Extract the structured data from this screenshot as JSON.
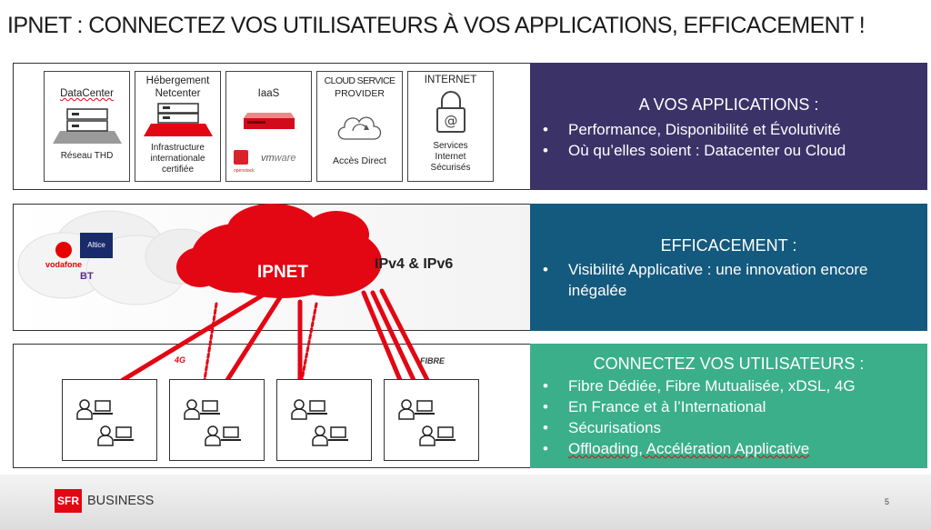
{
  "title": "IPNET : CONNECTEZ VOS UTILISATEURS À VOS APPLICATIONS, EFFICACEMENT !",
  "colors": {
    "band1": "#3b3368",
    "band2": "#145a7e",
    "band3": "#3aaf8a",
    "sfr_red": "#e30613"
  },
  "top_boxes": [
    {
      "title": "DataCenter",
      "subtitle": "",
      "caption": "Réseau THD",
      "icon": "server-icon"
    },
    {
      "title": "Hébergement",
      "subtitle": "Netcenter",
      "caption": "Infrastructure internationale certifiée",
      "icon": "server-red-icon"
    },
    {
      "title": "IaaS",
      "subtitle": "",
      "caption": "",
      "icon": "red-appliance-icon",
      "logos": [
        "openstack",
        "vmware"
      ]
    },
    {
      "title": "CLOUD SERVICE",
      "subtitle": "PROVIDER",
      "caption": "Accès Direct",
      "icon": "cloud-sync-icon"
    },
    {
      "title": "INTERNET",
      "subtitle": "",
      "caption": "Services Internet Sécurisés",
      "icon": "padlock-at-icon"
    }
  ],
  "band1": {
    "heading": "A VOS APPLICATIONS :",
    "items": [
      "Performance, Disponibilité et Évolutivité",
      "Où qu’elles soient : Datacenter ou Cloud"
    ]
  },
  "band2": {
    "heading": "EFFICACEMENT :",
    "items": [
      "Visibilité Applicative : une innovation encore inégalée"
    ]
  },
  "band3": {
    "heading": "CONNECTEZ VOS UTILISATEURS :",
    "items": [
      "Fibre Dédiée, Fibre Mutualisée, xDSL, 4G",
      "En France et à l’International",
      "Sécurisations",
      "Offloading, Accélération Applicative"
    ]
  },
  "cloud": {
    "label": "IPNET",
    "protocols": "IPv4 & IPv6",
    "partners": [
      "vodafone",
      "Altice",
      "BT"
    ]
  },
  "access": {
    "mobile": "4G",
    "fibre": "FIBRE"
  },
  "footer": {
    "brand": "SFR",
    "business": "BUSINESS",
    "page": "5"
  }
}
